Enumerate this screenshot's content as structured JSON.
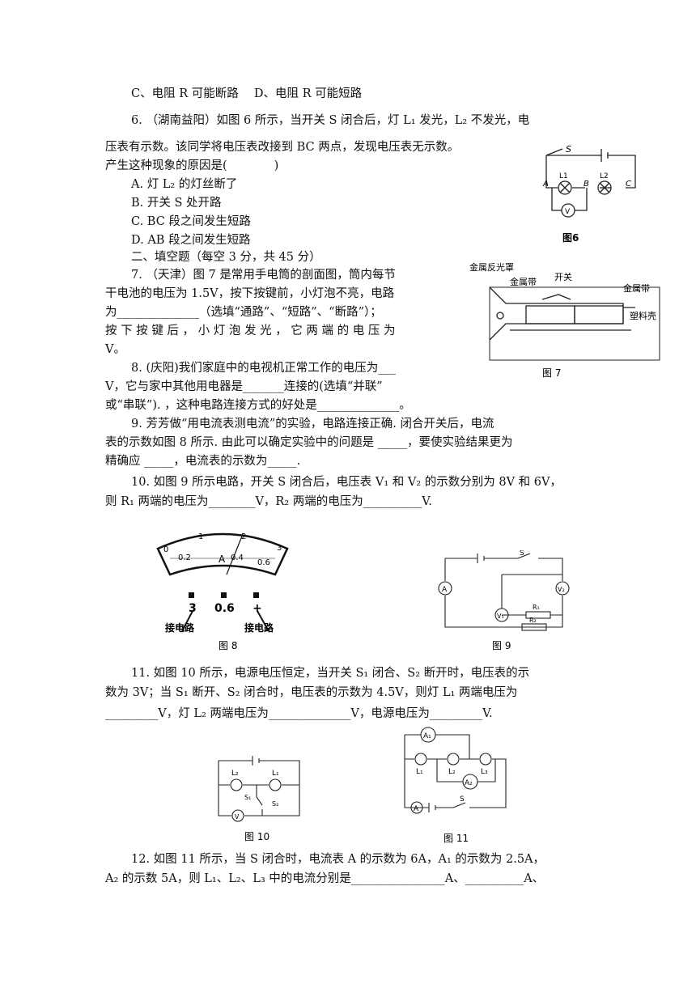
{
  "lines": {
    "l01": "C、电阻 R 可能断路　 D、电阻 R 可能短路",
    "l02": "6. （湖南益阳）如图 6 所示，当开关 S 闭合后，灯 L₁ 发光，L₂ 不发光，电",
    "l03": "压表有示数。该同学将电压表改接到 BC 两点，发现电压表无示数。",
    "l04": "产生这种现象的原因是(　　　　)",
    "l05": "A. 灯 L₂ 的灯丝断了",
    "l06": "B. 开关 S 处开路",
    "l07": "C. BC 段之间发生短路",
    "l08": "D. AB 段之间发生短路",
    "l09": "二、填空题（每空 3 分，共 45 分）",
    "l10": "7. （天津）图 7 是常用手电筒的剖面图，筒内每节",
    "l11": "干电池的电压为 1.5V，按下按键前，小灯泡不亮，电路",
    "l12": "为______________（选填“通路”、“短路”、“断路”）；",
    "l13": "按 下 按 键 后 ， 小 灯 泡 发 光 ， 它 两 端 的 电 压 为",
    "l14": "V。",
    "l15": "8. (庆阳)我们家庭中的电视机正常工作的电压为___",
    "l16": "V，它与家中其他用电器是_______连接的(选填“并联”",
    "l17": "或“串联”). ，这种电路连接方式的好处是______________。",
    "l18": "9. 芳芳做“用电流表测电流”的实验，电路连接正确. 闭合开关后，电流",
    "l19": "表的示数如图 8 所示. 由此可以确定实验中的问题是 _____，要使实验结果更为",
    "l20": "精确应 _____，电流表的示数为_____.",
    "l21": "10. 如图 9 所示电路，开关 S 闭合后，电压表 V₁ 和 V₂ 的示数分别为 8V 和 6V，",
    "l22": "则 R₁ 两端的电压为________V，R₂ 两端的电压为__________V.",
    "l23": "11. 如图 10 所示，电源电压恒定，当开关 S₁ 闭合、S₂ 断开时，电压表的示",
    "l24": "数为 3V；当 S₁ 断开、S₂ 闭合时，电压表的示数为 4.5V，则灯 L₁ 两端电压为",
    "l25": "_________V，灯 L₂ 两端电压为______________V，电源电压为_________V.",
    "l26": "12. 如图 11 所示，当 S 闭合时，电流表 A 的示数为 6A，A₁ 的示数为 2.5A，",
    "l27": "A₂ 的示数 5A，则 L₁、L₂、L₃ 中的电流分别是________________A、__________A、"
  },
  "captions": {
    "fig6": "图6",
    "fig7": "图 7",
    "fig8": "图 8",
    "fig9": "图 9",
    "fig10": "图 10",
    "fig11": "图 11"
  },
  "fig6_labels": {
    "s": "S",
    "a": "A",
    "b": "B",
    "c": "C",
    "l1": "L1",
    "l2": "L2",
    "v": "V"
  },
  "fig7_labels": {
    "reflector": "金属反光罩",
    "strip1": "金属带",
    "switch": "开关",
    "strip2": "金属带",
    "shell": "塑料壳"
  },
  "fig8_labels": {
    "scale_top": [
      "0",
      "1",
      "2",
      "3"
    ],
    "scale_bottom": [
      "0.2",
      "0.4",
      "0.6"
    ],
    "unit": "A",
    "t3": "3",
    "t06": "0.6",
    "tplus": "+",
    "wire_left": "接电路",
    "wire_right": "接电路"
  },
  "fig9_labels": {
    "s": "S",
    "a": "A",
    "v1": "V₁",
    "v2": "V₂",
    "r1": "R₁",
    "r2": "R₂"
  },
  "fig10_labels": {
    "l2": "L₂",
    "l1": "L₁",
    "s1": "S₁",
    "s2": "S₂",
    "v": "V"
  },
  "fig11_labels": {
    "a1": "A₁",
    "a2": "A₂",
    "a": "A",
    "l1": "L₁",
    "l2": "L₂",
    "l3": "L₃",
    "s": "S"
  }
}
